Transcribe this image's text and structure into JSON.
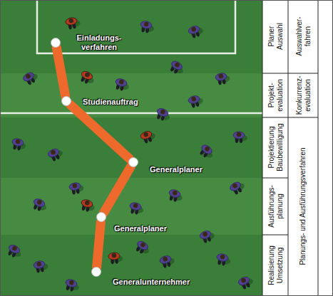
{
  "diagram": {
    "nodes": [
      {
        "text": [
          "Einladungs- verfahren"
        ]
      },
      {
        "text": [
          "Studienauftrag"
        ]
      },
      {
        "text": [
          "Generalplaner"
        ]
      },
      {
        "text": [
          "Generalplaner"
        ]
      },
      {
        "text": [
          "Generalunternehmer"
        ]
      }
    ],
    "edges": [
      {
        "from": 0,
        "to": 1,
        "arrow": "none"
      },
      {
        "from": 1,
        "to": 2,
        "arrow": "none"
      },
      {
        "from": 2,
        "to": 3,
        "arrow": "none"
      },
      {
        "from": 3,
        "to": 4,
        "arrow": "none"
      }
    ],
    "labels": [
      "Planer Auswahl",
      "Auswahlver- fahren",
      "Projekt- evaluation",
      "Konkurrenz- evaluation",
      "Projektierung Baubewilligung",
      "Planungs- und Ausführungsverfahren",
      "Ausführungs- planung",
      "Realisierung Umsetzung"
    ]
  }
}
